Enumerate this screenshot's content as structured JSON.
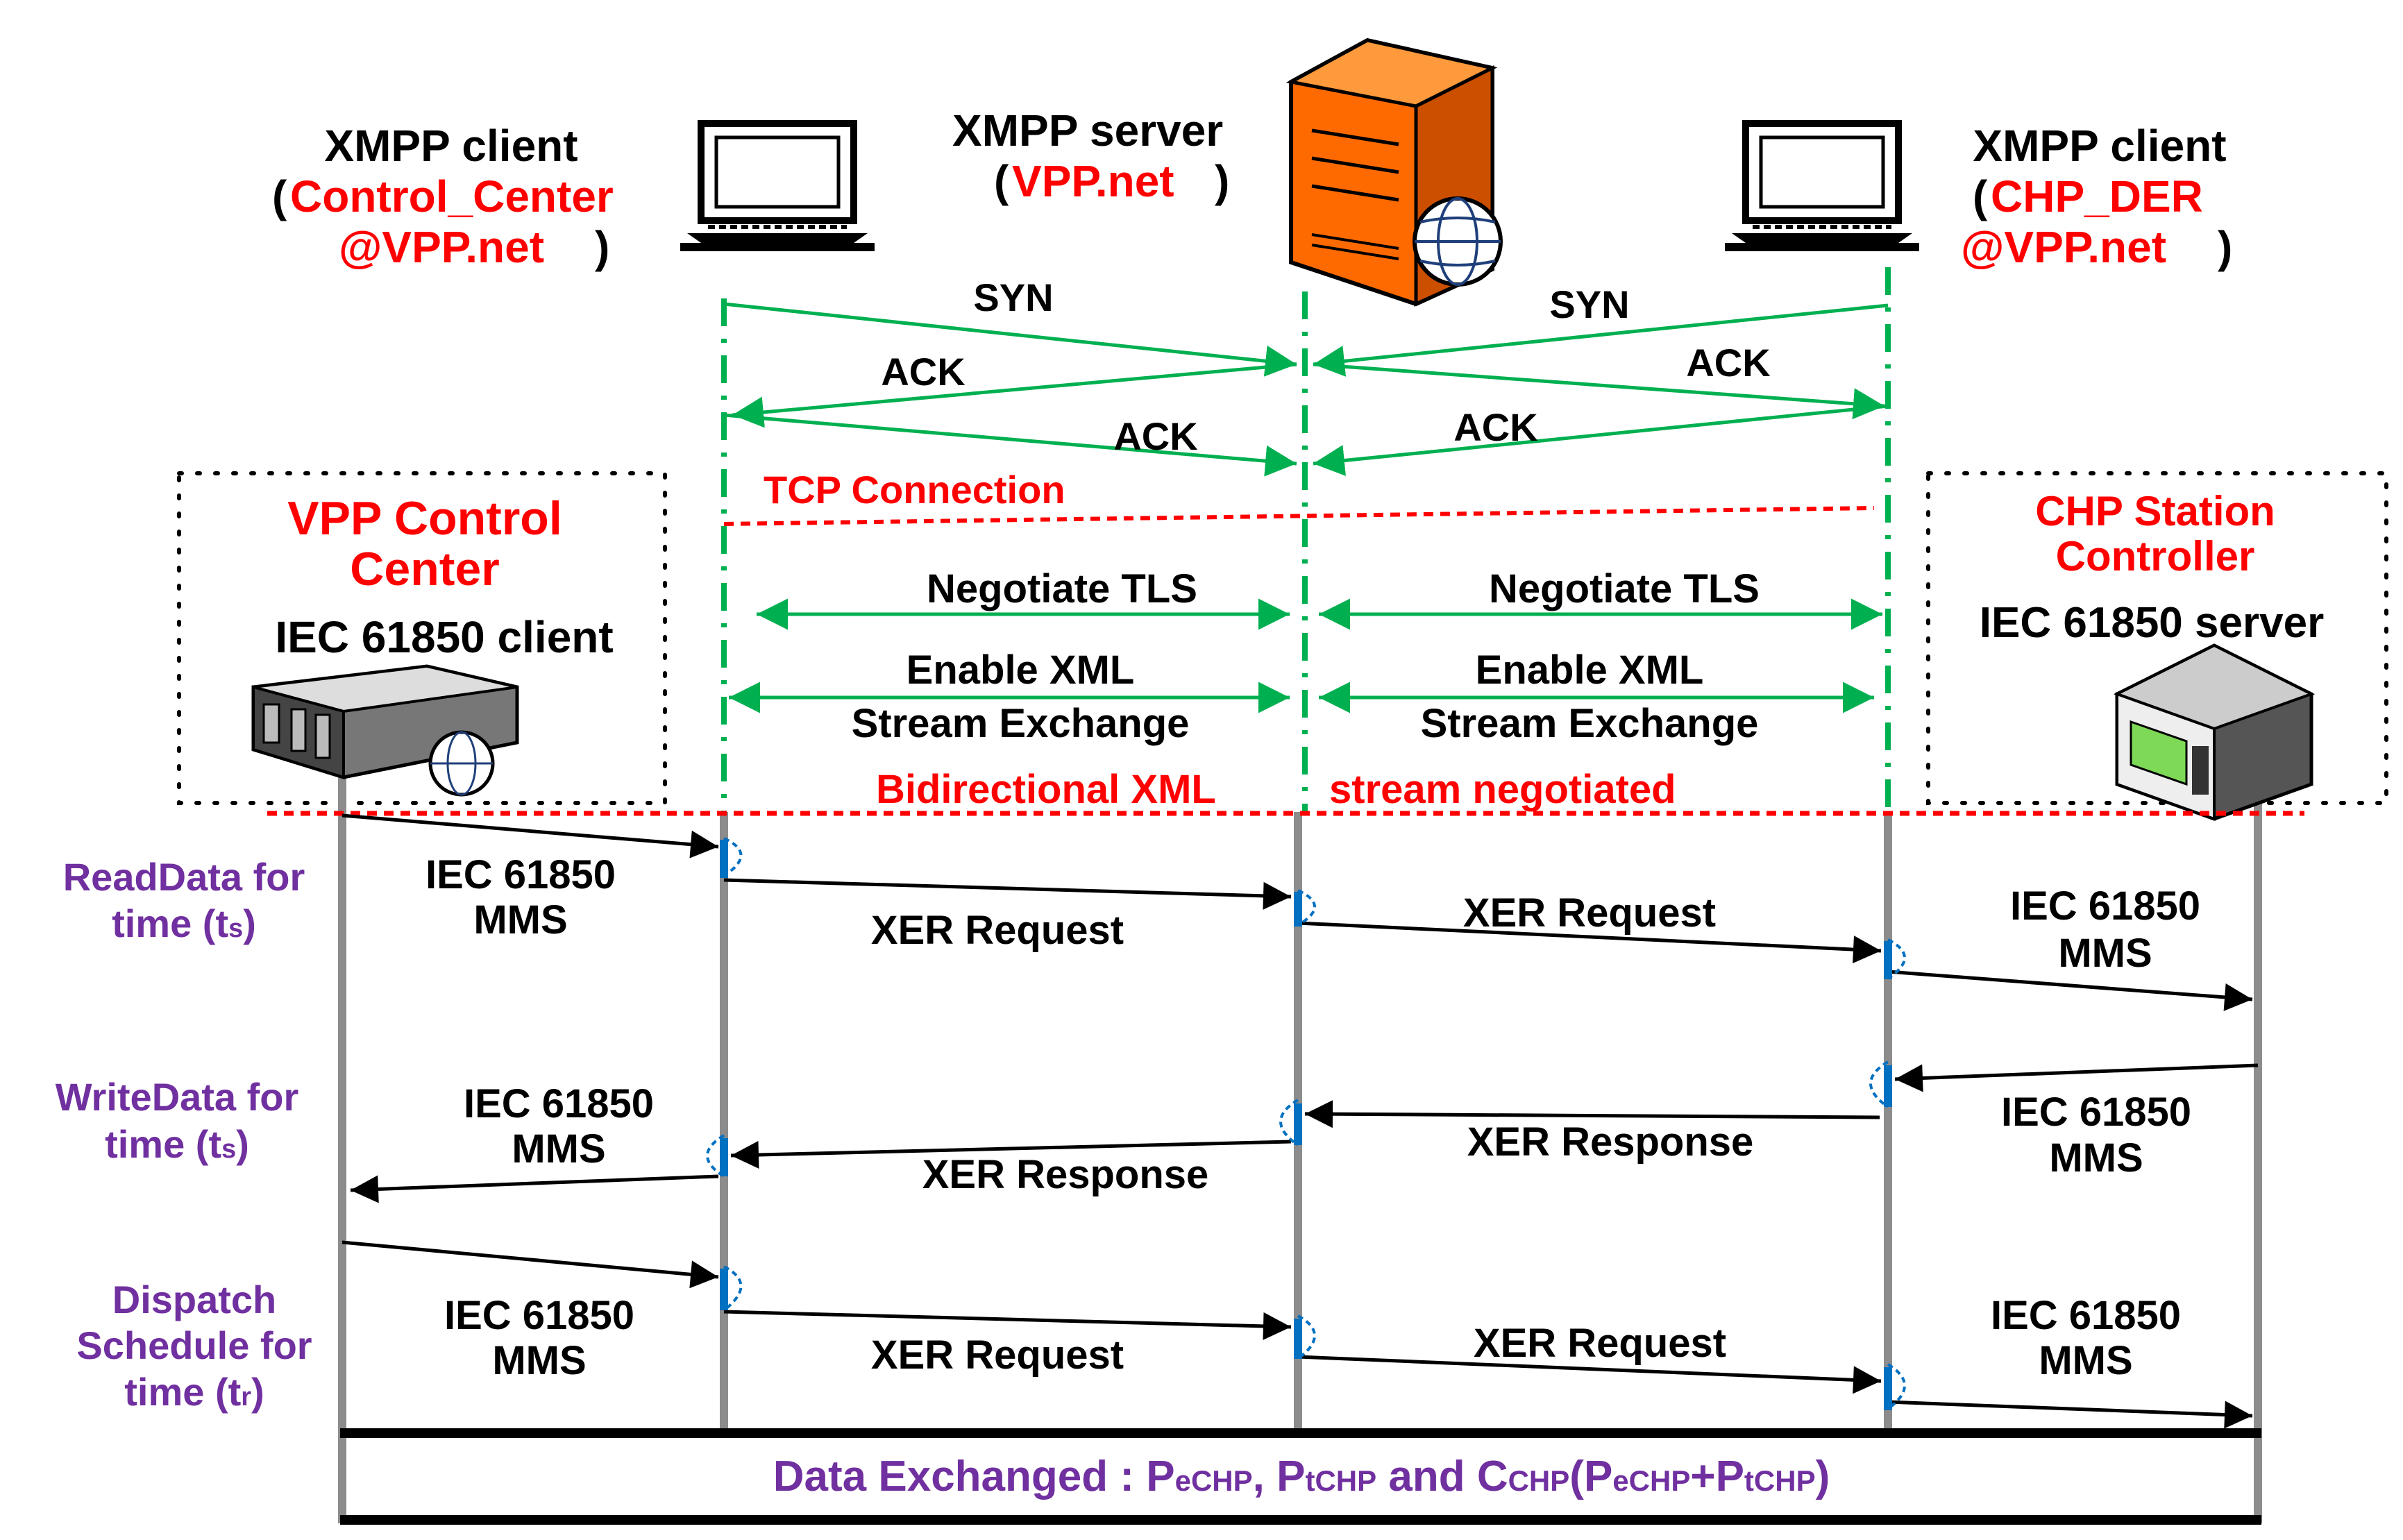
{
  "colors": {
    "black": "#000000",
    "red": "#ff0000",
    "purple": "#7030a0",
    "green": "#00b050",
    "server_orange": "#ff6a00",
    "lifeline_gray": "#8c8c8c",
    "blue_marker": "#0070c0"
  },
  "nodes": {
    "client_left": {
      "title": "XMPP client",
      "open_paren": "(",
      "id_line1": "Control_Center",
      "id_line2": "@VPP.net",
      "close_paren": ")",
      "icon": "laptop-icon"
    },
    "server": {
      "title": "XMPP server",
      "open_paren": "(",
      "id": "VPP.net",
      "close_paren": ")",
      "icon": "server-icon"
    },
    "client_right": {
      "title": "XMPP client",
      "open_paren": "(",
      "id_line1": "CHP_DER",
      "id_line2": "@VPP.net",
      "close_paren": ")",
      "icon": "laptop-icon"
    }
  },
  "boxes": {
    "left": {
      "title_line1": "VPP Control",
      "title_line2": "Center",
      "role": "IEC 61850 client",
      "icon": "rack-server-icon"
    },
    "right": {
      "title_line1": "CHP Station",
      "title_line2": "Controller",
      "role": "IEC 61850 server",
      "icon": "controller-device-icon"
    }
  },
  "handshake": {
    "left_syn": "SYN",
    "left_ack1": "ACK",
    "left_ack2": "ACK",
    "right_syn": "SYN",
    "right_ack1": "ACK",
    "right_ack2": "ACK"
  },
  "tcp_connection": "TCP Connection",
  "tls": {
    "left": "Negotiate TLS",
    "right": "Negotiate TLS"
  },
  "xml_exchange": {
    "left_line1": "Enable XML",
    "left_line2": "Stream Exchange",
    "right_line1": "Enable XML",
    "right_line2": "Stream Exchange"
  },
  "stream_negotiated": {
    "part1": "Bidirectional XML",
    "part2": "stream negotiated"
  },
  "phases": [
    {
      "label_line1": "ReadData for",
      "label_line2_prefix": "time (t",
      "label_sub": "s",
      "label_line2_suffix": ")",
      "msg_left_line1": "IEC 61850",
      "msg_left_line2": "MMS",
      "msg_mid": "XER Request",
      "msg_right_mid": "XER Request",
      "msg_right_line1": "IEC 61850",
      "msg_right_line2": "MMS"
    },
    {
      "label_line1": "WriteData for",
      "label_line2_prefix": "time (t",
      "label_sub": "s",
      "label_line2_suffix": ")",
      "msg_left_line1": "IEC 61850",
      "msg_left_line2": "MMS",
      "msg_mid": "XER Response",
      "msg_right_mid": "XER Response",
      "msg_right_line1": "IEC 61850",
      "msg_right_line2": "MMS"
    },
    {
      "label_line1": "Dispatch",
      "label_line2": "Schedule for",
      "label_line3_prefix": "time (t",
      "label_sub": "r",
      "label_line3_suffix": ")",
      "msg_left_line1": "IEC 61850",
      "msg_left_line2": "MMS",
      "msg_mid": "XER Request",
      "msg_right_mid": "XER Request",
      "msg_right_line1": "IEC 61850",
      "msg_right_line2": "MMS"
    }
  ],
  "data_exchanged": {
    "prefix": "Data Exchanged : ",
    "p1": "P",
    "p1_sub": "eCHP",
    "sep1": ", ",
    "p2": "P",
    "p2_sub": "tCHP",
    "and": " and ",
    "c": "C",
    "c_sub": "CHP",
    "open": "(",
    "p3": "P",
    "p3_sub": "eCHP",
    "plus": "+",
    "p4": "P",
    "p4_sub": "tCHP",
    "close": ")"
  }
}
